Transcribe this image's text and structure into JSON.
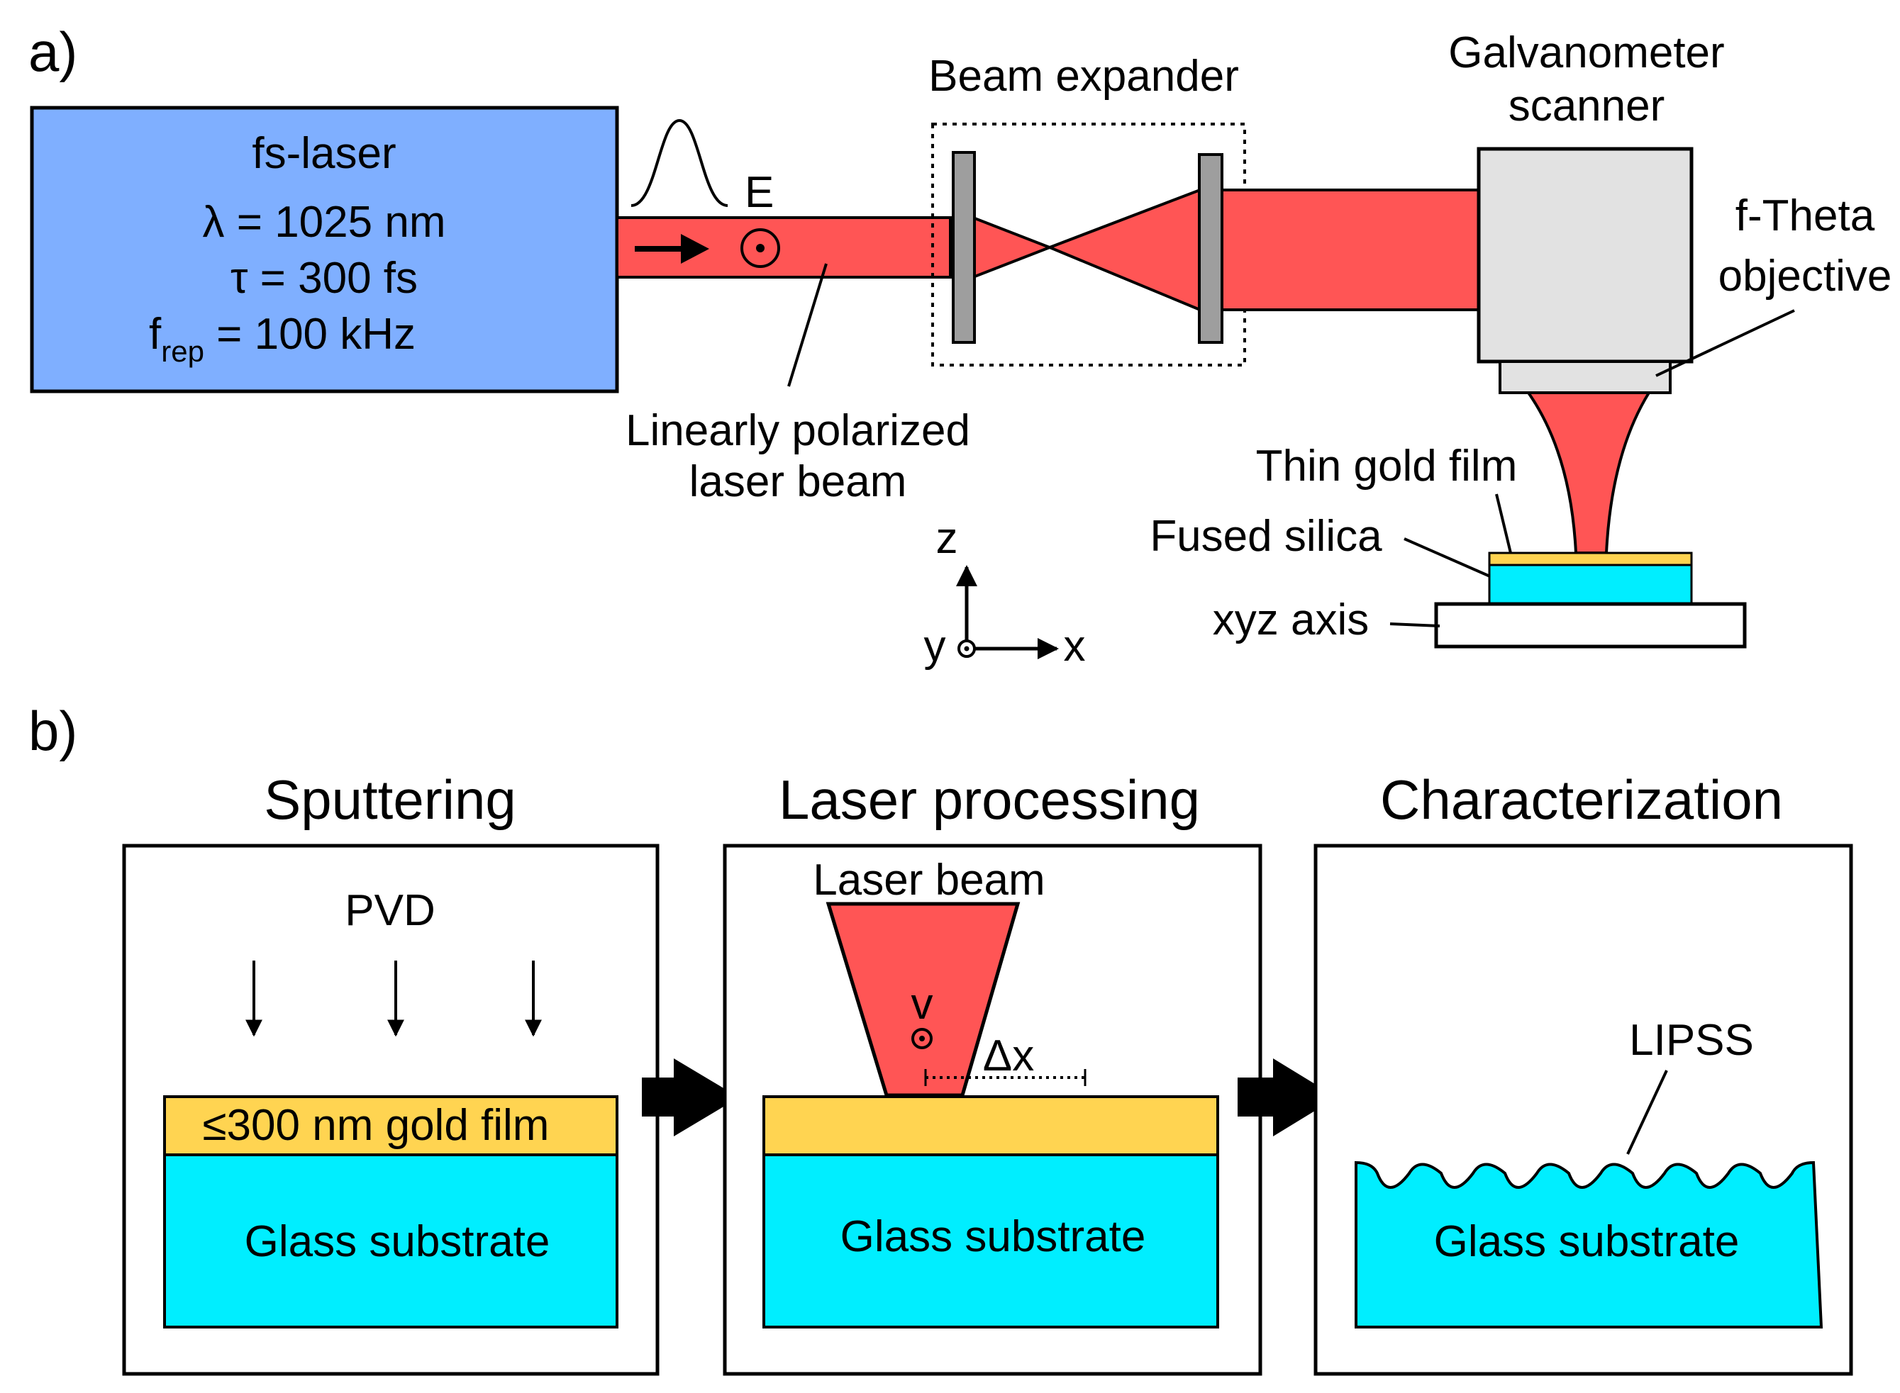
{
  "panel_a": {
    "label": "a)",
    "laser": {
      "name": "fs-laser",
      "wavelength": "λ = 1025 nm",
      "pulse_duration": "τ = 300 fs",
      "rep_rate_prefix": "f",
      "rep_rate_sub": "rep",
      "rep_rate_value": " = 100 kHz"
    },
    "e_field_label": "E",
    "beam_label_line1": "Linearly polarized",
    "beam_label_line2": "laser beam",
    "beam_expander_label": "Beam expander",
    "scanner_label_line1": "Galvanometer",
    "scanner_label_line2": "scanner",
    "objective_label_line1": "f-Theta",
    "objective_label_line2": "objective",
    "gold_film_label": "Thin gold film",
    "silica_label": "Fused silica",
    "stage_label": "xyz axis",
    "axes": {
      "z": "z",
      "y": "y",
      "x": "x"
    }
  },
  "panel_b": {
    "label": "b)",
    "steps": [
      {
        "title": "Sputtering",
        "source": "PVD",
        "film": "≤300 nm gold film",
        "substrate": "Glass substrate"
      },
      {
        "title": "Laser processing",
        "beam": "Laser beam",
        "velocity": "v",
        "step": "Δx",
        "substrate": "Glass substrate"
      },
      {
        "title": "Characterization",
        "structure": "LIPSS",
        "substrate": "Glass substrate"
      }
    ]
  },
  "colors": {
    "laser_box": "#7fafff",
    "beam": "#ff5555",
    "gold": "#ffd451",
    "glass": "#00eeff",
    "scanner": "#e2e2e2",
    "lens": "#9e9e9e"
  }
}
